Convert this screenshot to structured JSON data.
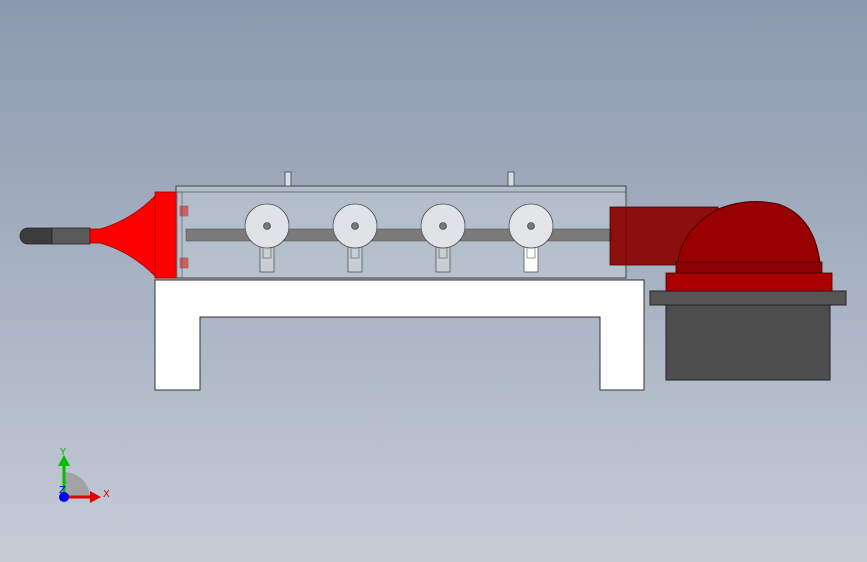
{
  "viewport": {
    "background_top": "#8a9aae",
    "background_bottom": "#c6ccd6"
  },
  "colors": {
    "nozzle_red": "#ff0000",
    "duct_red": "#8b0000",
    "dome_red": "#990000",
    "motor_gray": "#4d4d4d",
    "frame_white": "#ffffff",
    "shaft_gray": "#7a7a7a",
    "x_axis": "#e00000",
    "y_axis": "#00c000",
    "z_axis": "#0000ff"
  },
  "triad": {
    "x_label": "X",
    "y_label": "Y",
    "z_label": "Z"
  },
  "model": {
    "roller_count": 4,
    "icon_names": [
      "coordinate-triad-icon"
    ]
  }
}
